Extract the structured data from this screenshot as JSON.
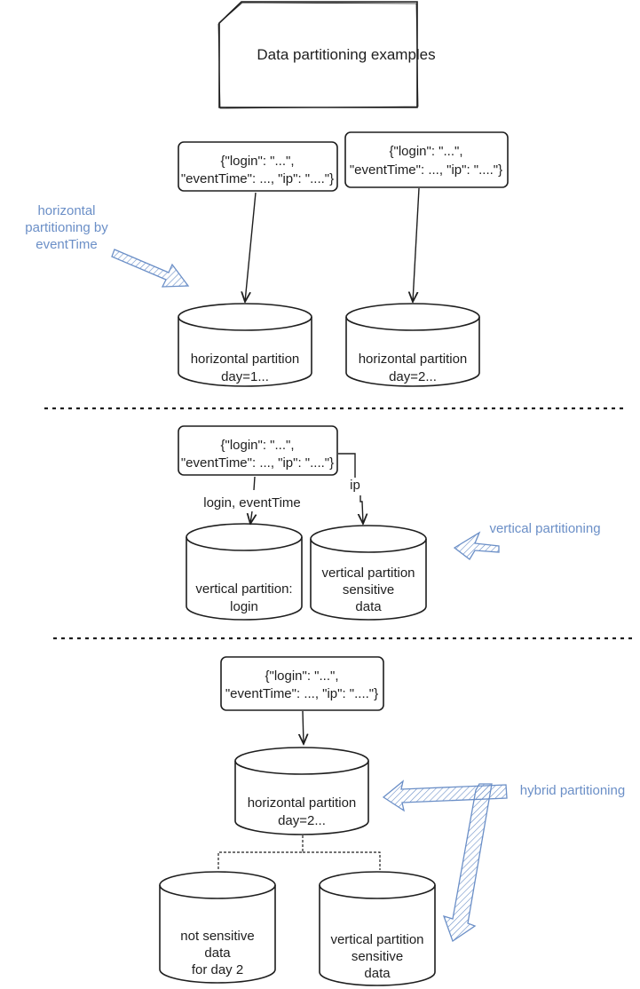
{
  "title": "Data partitioning examples",
  "record": {
    "line1": "{\"login\": \"...\",",
    "line2": "\"eventTime\": ..., \"ip\": \"....\"}"
  },
  "horizontal": {
    "annotation": [
      "horizontal",
      "partitioning by",
      "eventTime"
    ],
    "partition1": [
      "horizontal partition",
      "day=1..."
    ],
    "partition2": [
      "horizontal partition",
      "day=2..."
    ]
  },
  "vertical": {
    "annotation": "vertical partitioning",
    "edge_login": "login, eventTime",
    "edge_ip": "ip",
    "partition_login": [
      "vertical partition:",
      "login"
    ],
    "partition_sensitive": [
      "vertical partition",
      "sensitive",
      "data"
    ]
  },
  "hybrid": {
    "annotation": "hybrid partitioning",
    "partition_horizontal": [
      "horizontal partition",
      "day=2..."
    ],
    "partition_not_sensitive": [
      "not sensitive",
      "data",
      "for day 2"
    ],
    "partition_sensitive": [
      "vertical partition",
      "sensitive",
      "data"
    ]
  },
  "colors": {
    "stroke": "#1e1e1e",
    "annotation": "#6b8fc7"
  }
}
